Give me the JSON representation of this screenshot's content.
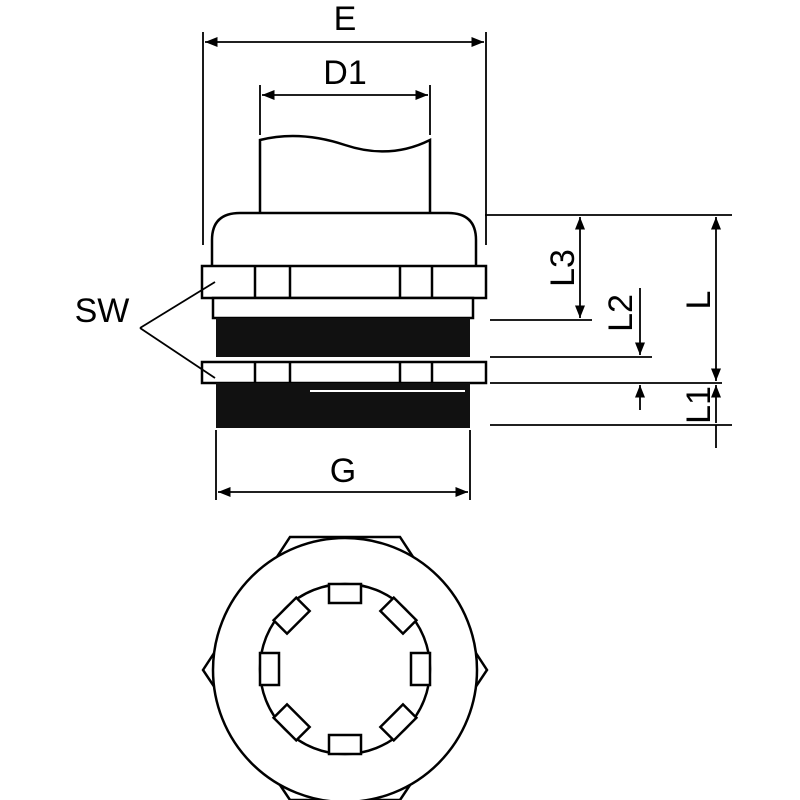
{
  "labels": {
    "E": "E",
    "D1": "D1",
    "SW": "SW",
    "G": "G",
    "L3": "L3",
    "L2": "L2",
    "L": "L",
    "L1": "L1"
  },
  "colors": {
    "line": "#000000",
    "background": "#ffffff"
  }
}
